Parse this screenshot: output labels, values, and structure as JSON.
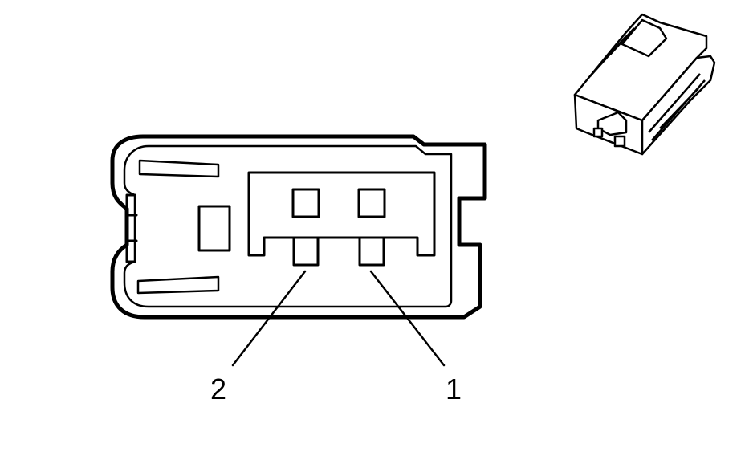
{
  "diagram": {
    "title": "",
    "stroke_color": "#000000",
    "fill_color": "#ffffff",
    "callouts": [
      {
        "id": "terminal-1",
        "label": "1"
      },
      {
        "id": "terminal-2",
        "label": "2"
      }
    ],
    "thumbnail": {
      "description_icon": "connector-3d-icon"
    }
  }
}
